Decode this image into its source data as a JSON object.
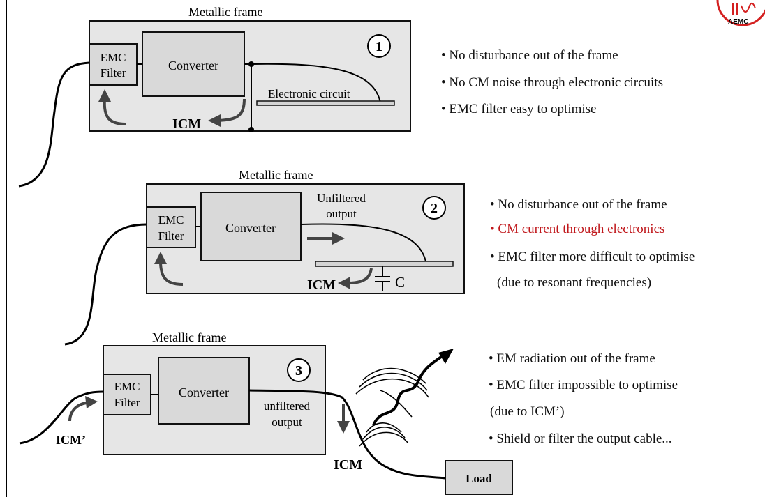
{
  "logo": {
    "text": "AEMC"
  },
  "panels": [
    {
      "frame_title": "Metallic frame",
      "number": "1",
      "emc_filter_line1": "EMC",
      "emc_filter_line2": "Filter",
      "converter": "Converter",
      "circuit_label": "Electronic circuit",
      "current_label": "ICM",
      "bullets": [
        {
          "text": "• No disturbance out of the frame",
          "highlight": false
        },
        {
          "text": "• No CM noise through electronic circuits",
          "highlight": false
        },
        {
          "text": "• EMC filter easy to optimise",
          "highlight": false
        }
      ]
    },
    {
      "frame_title": "Metallic frame",
      "number": "2",
      "emc_filter_line1": "EMC",
      "emc_filter_line2": "Filter",
      "converter": "Converter",
      "output_line1": "Unfiltered",
      "output_line2": "output",
      "current_label": "ICM",
      "capacitor_label": "C",
      "bullets": [
        {
          "text": "• No disturbance out of the frame",
          "highlight": false
        },
        {
          "text": "• CM current through electronics",
          "highlight": true
        },
        {
          "text": "• EMC filter more difficult to optimise",
          "highlight": false
        },
        {
          "text": " (due to resonant frequencies)",
          "highlight": false
        }
      ]
    },
    {
      "frame_title": "Metallic frame",
      "number": "3",
      "emc_filter_line1": "EMC",
      "emc_filter_line2": "Filter",
      "converter": "Converter",
      "output_line1": "unfiltered",
      "output_line2": "output",
      "input_current_label": "ICM’",
      "current_label": "ICM",
      "load_label": "Load",
      "bullets": [
        {
          "text": "• EM radiation out of the frame",
          "highlight": false
        },
        {
          "text": "• EMC filter impossible to optimise",
          "highlight": false
        },
        {
          "text": " (due to ICM’)",
          "highlight": false
        },
        {
          "text": "• Shield or filter the output cable...",
          "highlight": false
        }
      ]
    }
  ],
  "colors": {
    "highlight": "#c0171b",
    "frame": "#e6e6e6",
    "box": "#d9d9d9",
    "logo": "#d42020"
  }
}
